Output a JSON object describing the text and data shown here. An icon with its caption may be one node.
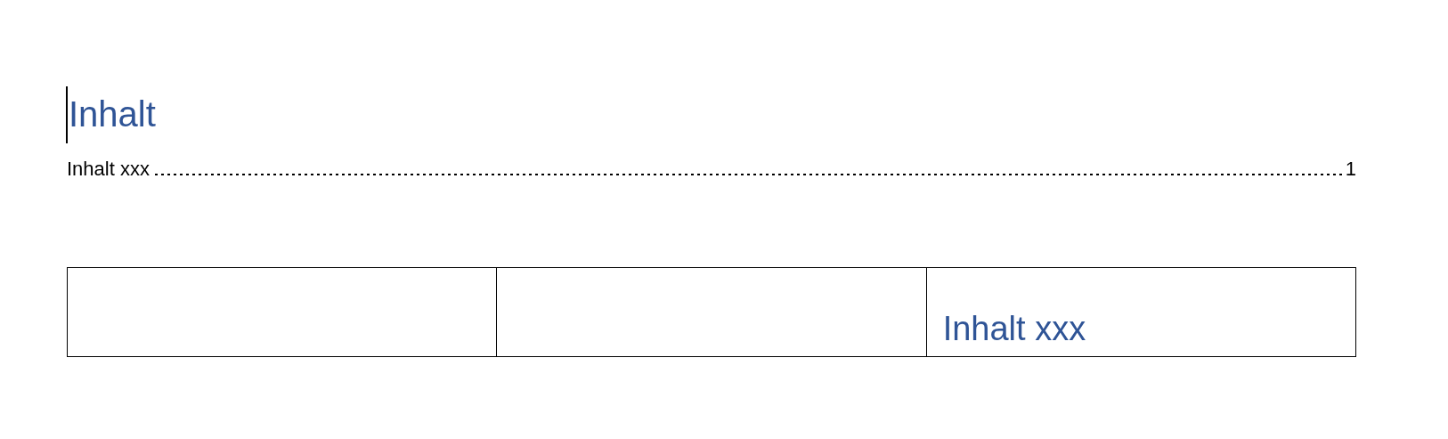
{
  "diagram": {
    "title": "Inhalt",
    "labels": [
      "Inhalt xxx",
      "1",
      "Inhalt xxx"
    ]
  }
}
